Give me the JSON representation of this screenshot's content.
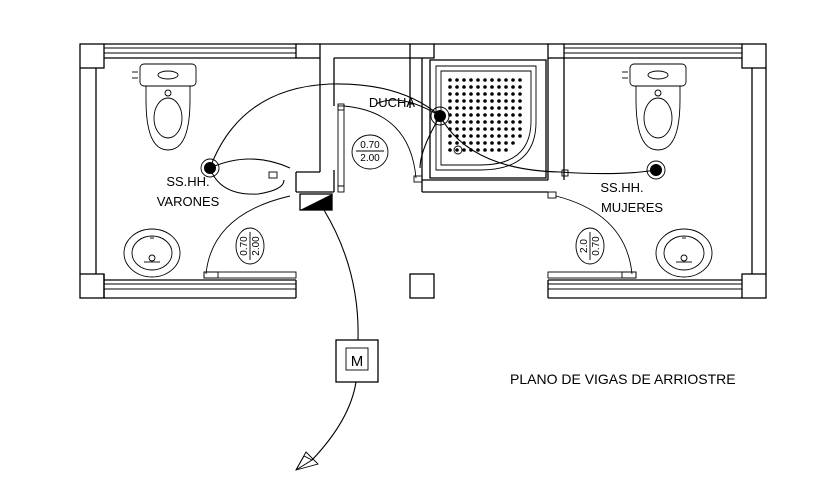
{
  "rooms": {
    "mens": {
      "line1": "SS.HH.",
      "line2": "VARONES"
    },
    "womens": {
      "line1": "SS.HH.",
      "line2": "MUJERES"
    },
    "shower": {
      "label": "DUCHA"
    }
  },
  "doors": {
    "main": {
      "width": "0.70",
      "height": "2.00"
    },
    "left": {
      "width": "0.70",
      "height": "2.00"
    },
    "right": {
      "width": "2.0",
      "height": "0.70"
    }
  },
  "meter": {
    "label": "M"
  },
  "drawing_title": "PLANO DE VIGAS DE ARRIOSTRE"
}
